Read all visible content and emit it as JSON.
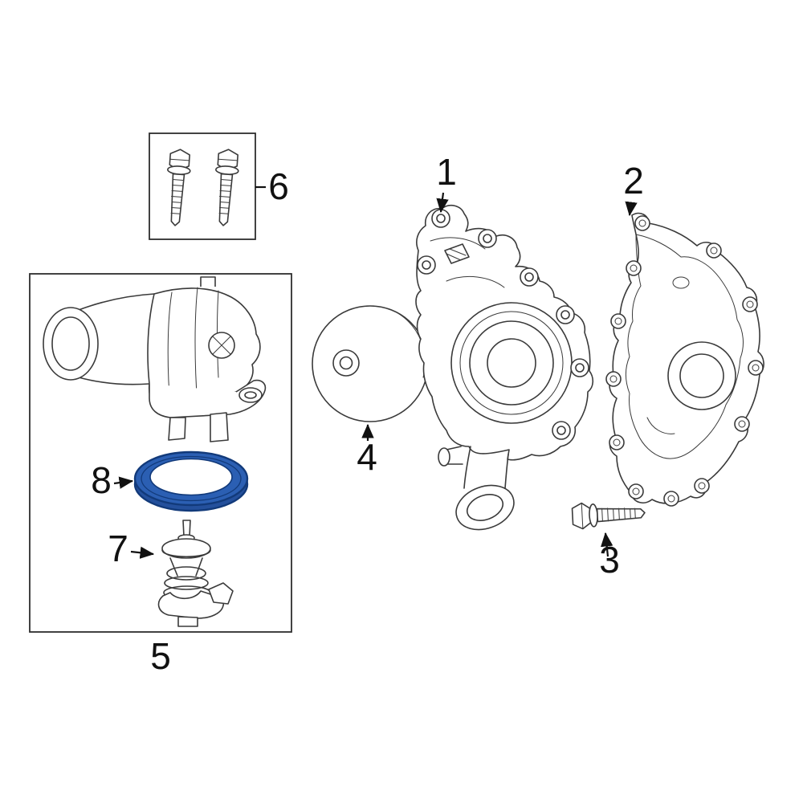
{
  "figure": {
    "background": "#ffffff",
    "line_color": "#3a3a3a",
    "label_color": "#111111",
    "highlight_fill": "#2b5fb3",
    "highlight_edge": "#123a7a",
    "highlight_shade": "#24509c"
  },
  "callouts": {
    "c1": {
      "label": "1"
    },
    "c2": {
      "label": "2"
    },
    "c3": {
      "label": "3"
    },
    "c4": {
      "label": "4"
    },
    "c5": {
      "label": "5"
    },
    "c6": {
      "label": "6"
    },
    "c7": {
      "label": "7"
    },
    "c8": {
      "label": "8"
    }
  }
}
